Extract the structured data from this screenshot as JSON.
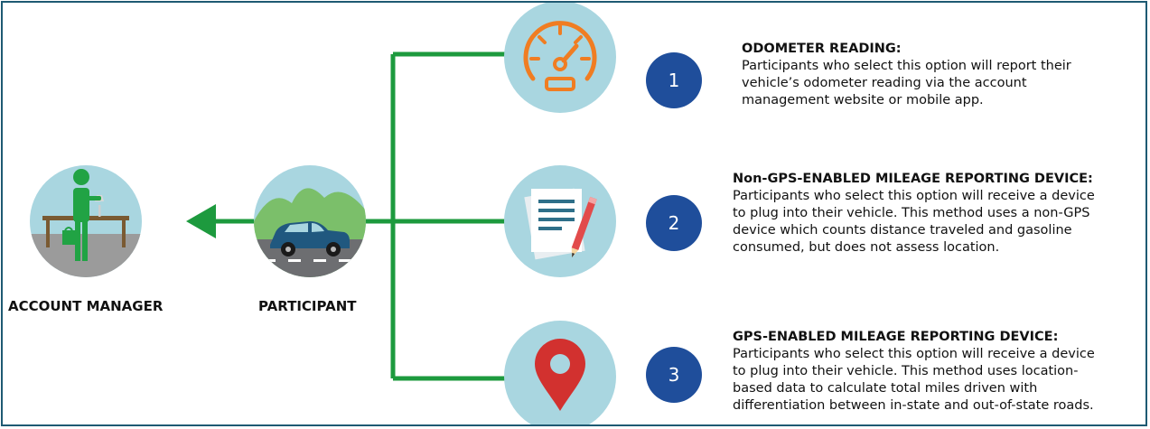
{
  "actors": {
    "account_manager_label": "ACCOUNT MANAGER",
    "participant_label": "PARTICIPANT"
  },
  "options": [
    {
      "number": "1",
      "title": "ODOMETER READING:",
      "description": "Participants who select this option will report their\nvehicle’s odometer reading via the account\nmanagement website or mobile app.",
      "icon": "speedometer-icon"
    },
    {
      "number": "2",
      "title": "Non-GPS-ENABLED MILEAGE REPORTING DEVICE:",
      "description": "Participants who select this option will receive a device\nto plug into their vehicle.  This method uses a non-GPS\ndevice which counts distance traveled and gasoline\nconsumed, but does not assess location.",
      "icon": "document-pencil-icon"
    },
    {
      "number": "3",
      "title": "GPS-ENABLED MILEAGE REPORTING DEVICE:",
      "description": "Participants who select this option will receive a device\nto plug into their vehicle.  This method uses location-\nbased data to calculate total miles driven with\ndifferentiation between in-state and out-of-state roads.",
      "icon": "location-pin-icon"
    }
  ],
  "colors": {
    "connector_green": "#1d9a3e",
    "circle_bg": "#a9d6e0",
    "number_badge": "#1f4e9b",
    "frame_border": "#1e5a73",
    "speedometer_orange": "#f07d22",
    "pin_red": "#d2312f"
  }
}
